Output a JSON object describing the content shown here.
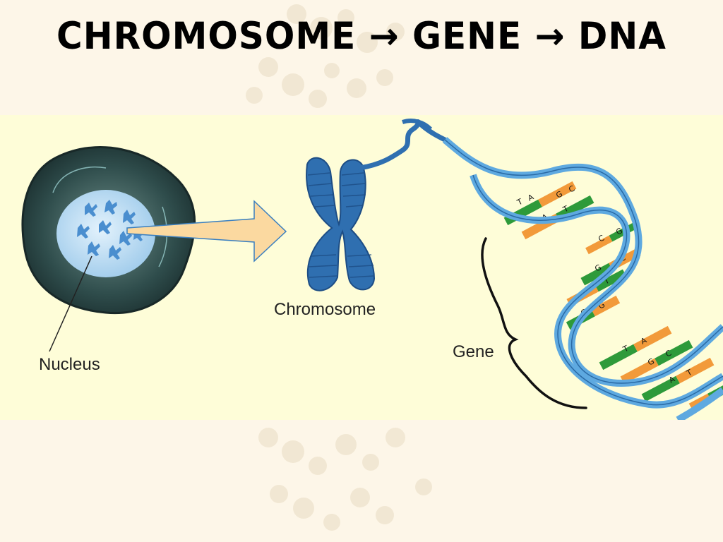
{
  "slide": {
    "title": "Chromosome → Gene → DNA"
  },
  "diagram": {
    "labels": {
      "nucleus": "Nucleus",
      "chromosome": "Chromosome",
      "gene": "Gene"
    },
    "colors": {
      "panel_background": "#fefdd8",
      "chromosome_blue": "#2f6fb0",
      "dna_backbone": "#5ea9e0",
      "base_green": "#2e9a3a",
      "base_orange": "#f29a3a",
      "arrow_fill": "#fbd9a0",
      "nucleus_dark": "#2c4a4a",
      "nucleus_inner": "#b9dcf5"
    },
    "base_letters": [
      "T",
      "A",
      "G",
      "C",
      "A",
      "T",
      "C",
      "G",
      "G",
      "C",
      "A",
      "T",
      "C",
      "G",
      "T",
      "A",
      "G",
      "C",
      "A",
      "T"
    ]
  }
}
